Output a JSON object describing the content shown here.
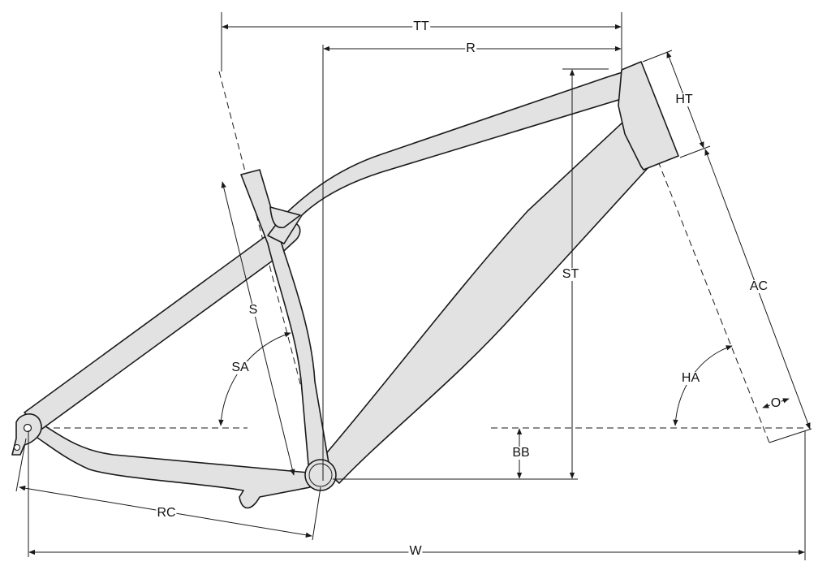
{
  "diagram": {
    "title": "Bicycle frame geometry",
    "labels": {
      "tt": "TT",
      "r": "R",
      "ht": "HT",
      "st": "ST",
      "ac": "AC",
      "s": "S",
      "sa": "SA",
      "ha": "HA",
      "o": "O",
      "bb": "BB",
      "rc": "RC",
      "w": "W"
    },
    "colors": {
      "frame_fill": "#e2e2e2",
      "line": "#1a1a1a"
    }
  }
}
